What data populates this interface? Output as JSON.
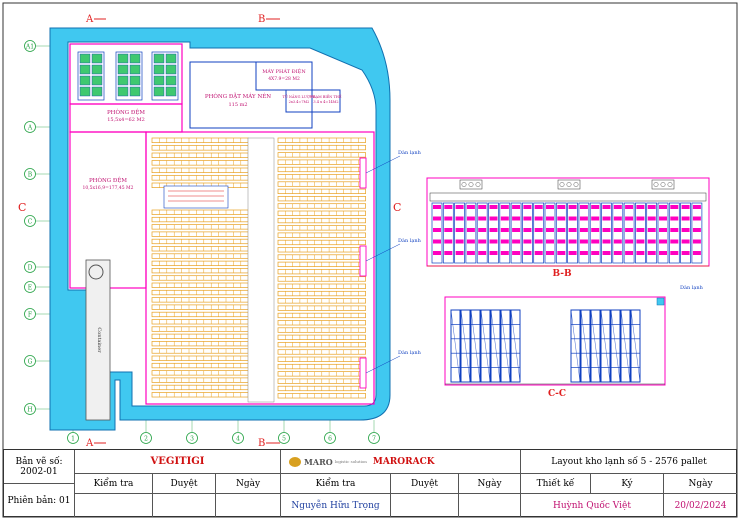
{
  "drawing": {
    "section_marks": {
      "a": "A",
      "b": "B",
      "c": "C"
    },
    "grid_rows": [
      "A1",
      "A",
      "B",
      "C",
      "D",
      "E",
      "F",
      "G",
      "H"
    ],
    "grid_cols": [
      "1",
      "2",
      "3",
      "4",
      "5",
      "6",
      "7"
    ],
    "rooms": {
      "generator": "MÁY PHÁT ĐIỆN",
      "generator_area": "4X7.9=28 M2",
      "compressor": "PHÒNG ĐẶT MÁY NÉN",
      "compressor_area": "115 m2",
      "buffer_small": "PHÒNG ĐỆM",
      "buffer_small_area": "15,5x4=62 M2",
      "buffer_large": "PHÒNG ĐỆM",
      "buffer_large_area": "10,5x16,9=177,45 M2",
      "panel": "TỦ NĂNG LƯỢNG",
      "panel_area": "2x3.4=7M2",
      "substation": "TRẠM BIẾN THẾ",
      "substation_area": "3.4 x 4=14M2",
      "container": "Container"
    },
    "evaporator_labels": [
      "Dàn lạnh",
      "Dàn lạnh",
      "Dàn lạnh",
      "Dàn lạnh"
    ],
    "section_bb": "B-B",
    "section_cc": "C-C"
  },
  "title_block": {
    "drawing_no_label": "Bản vẽ số:",
    "drawing_no": "2002-01",
    "revision": "Phiên bản: 01",
    "client": "VEGITIGI",
    "company": "MARORACK",
    "logo_text": "MARO",
    "logo_sub": "logistic solution",
    "title": "Layout kho lạnh số 5 - 2576 pallet",
    "headers": {
      "check1": "Kiểm tra",
      "approve1": "Duyệt",
      "date1": "Ngày",
      "check2": "Kiểm tra",
      "approve2": "Duyệt",
      "date2": "Ngày",
      "design": "Thiết kế",
      "sign": "Ký",
      "date3": "Ngày"
    },
    "checker": "Nguyễn Hữu Trọng",
    "designer": "Huỳnh Quốc Việt",
    "date": "20/02/2024"
  },
  "colors": {
    "wall": "#ff00c0",
    "cyan": "#40c8f0",
    "rack_orange": "#e8a020",
    "rack_blue": "#1040c0",
    "red": "#e02020",
    "grid_green": "#20a040"
  }
}
